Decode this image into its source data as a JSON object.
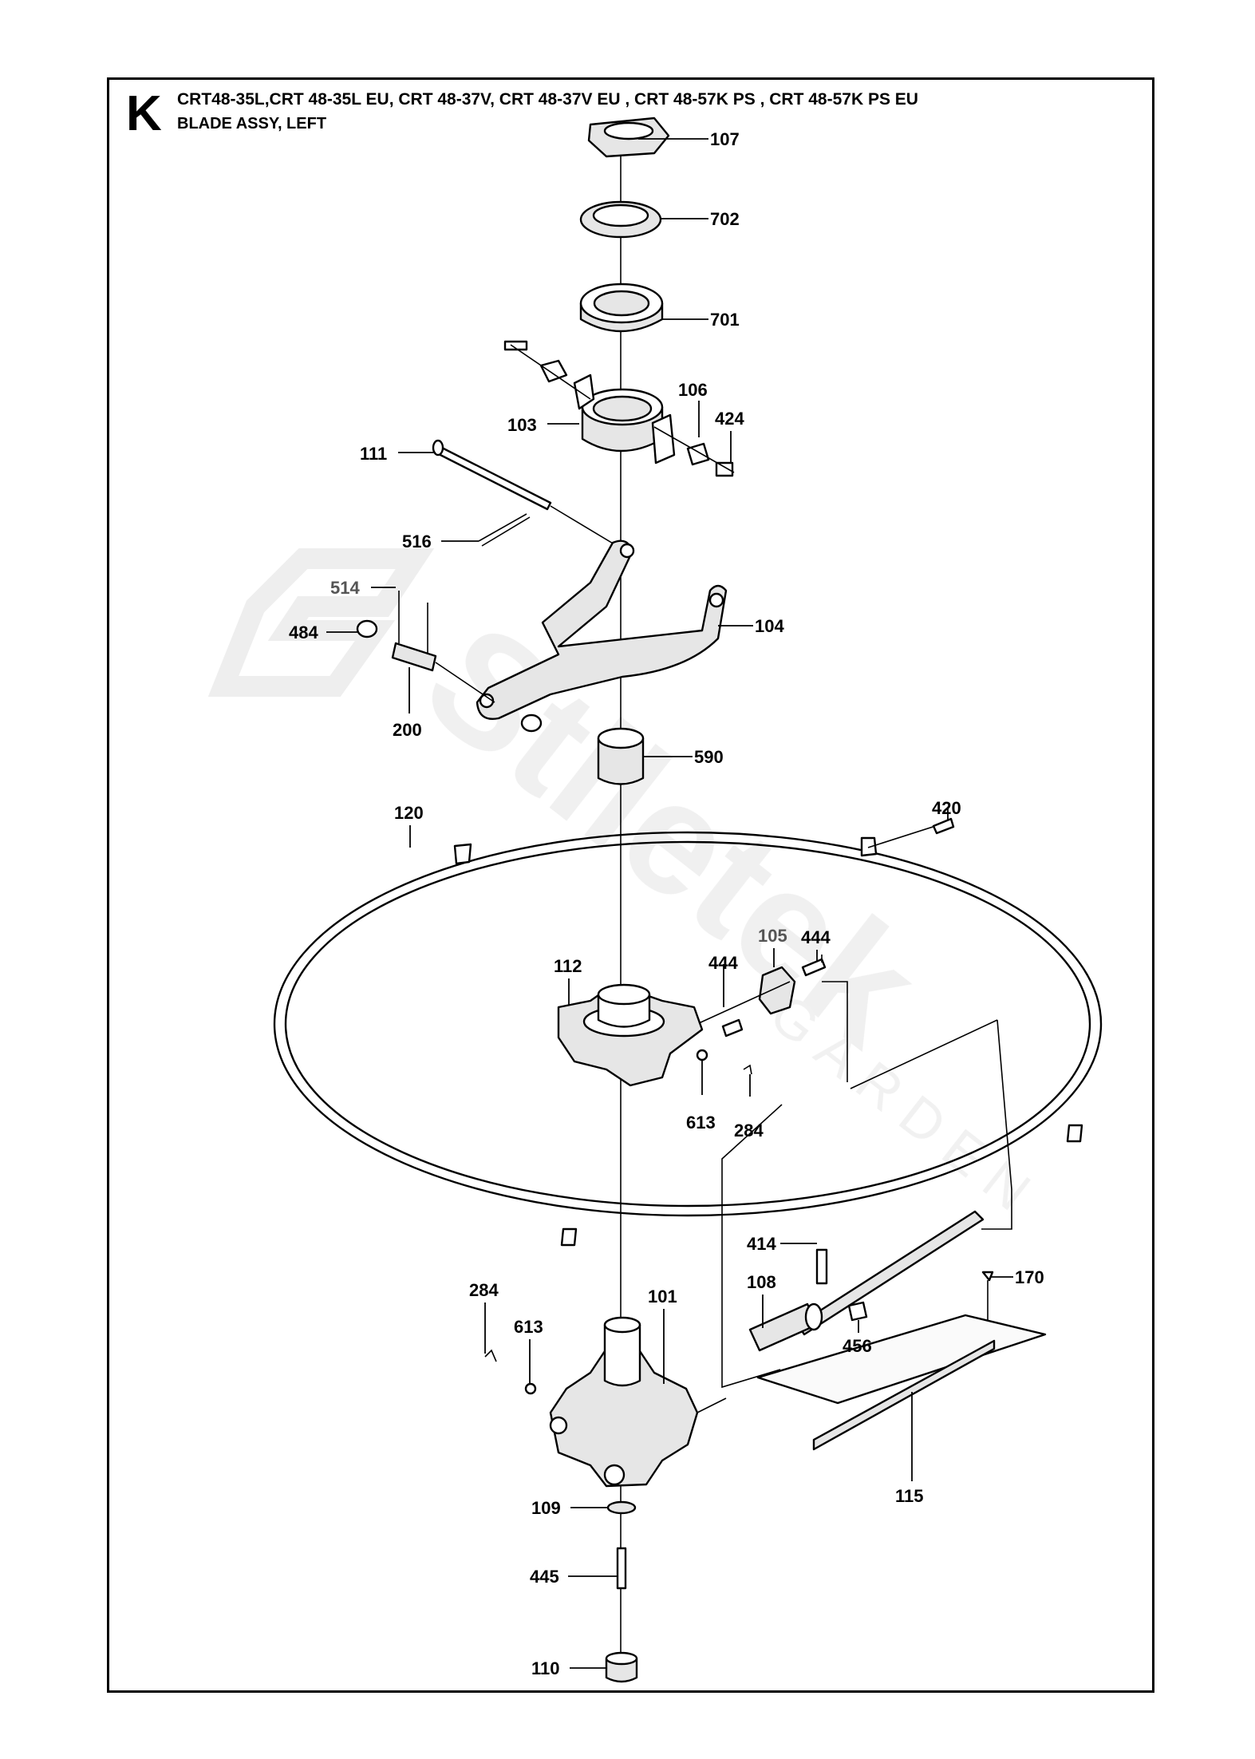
{
  "section": {
    "letter": "K",
    "models": "CRT48-35L,CRT 48-35L EU, CRT 48-37V, CRT 48-37V EU , CRT 48-57K PS , CRT 48-57K PS EU",
    "assembly": "BLADE ASSY, LEFT"
  },
  "watermark": {
    "brand": "Stiletek",
    "sub": "GARDEN"
  },
  "callouts": [
    {
      "id": "107",
      "label": "107"
    },
    {
      "id": "702",
      "label": "702"
    },
    {
      "id": "701",
      "label": "701"
    },
    {
      "id": "106",
      "label": "106"
    },
    {
      "id": "424",
      "label": "424"
    },
    {
      "id": "103",
      "label": "103"
    },
    {
      "id": "111",
      "label": "111"
    },
    {
      "id": "516",
      "label": "516"
    },
    {
      "id": "514",
      "label": "514"
    },
    {
      "id": "484",
      "label": "484"
    },
    {
      "id": "104",
      "label": "104"
    },
    {
      "id": "200",
      "label": "200"
    },
    {
      "id": "590",
      "label": "590"
    },
    {
      "id": "120",
      "label": "120"
    },
    {
      "id": "420",
      "label": "420"
    },
    {
      "id": "444a",
      "label": "444"
    },
    {
      "id": "105",
      "label": "105"
    },
    {
      "id": "444b",
      "label": "444"
    },
    {
      "id": "112",
      "label": "112"
    },
    {
      "id": "613a",
      "label": "613"
    },
    {
      "id": "284a",
      "label": "284"
    },
    {
      "id": "414",
      "label": "414"
    },
    {
      "id": "108",
      "label": "108"
    },
    {
      "id": "170",
      "label": "170"
    },
    {
      "id": "456",
      "label": "456"
    },
    {
      "id": "284b",
      "label": "284"
    },
    {
      "id": "613b",
      "label": "613"
    },
    {
      "id": "101",
      "label": "101"
    },
    {
      "id": "115",
      "label": "115"
    },
    {
      "id": "109",
      "label": "109"
    },
    {
      "id": "445",
      "label": "445"
    },
    {
      "id": "110",
      "label": "110"
    }
  ]
}
